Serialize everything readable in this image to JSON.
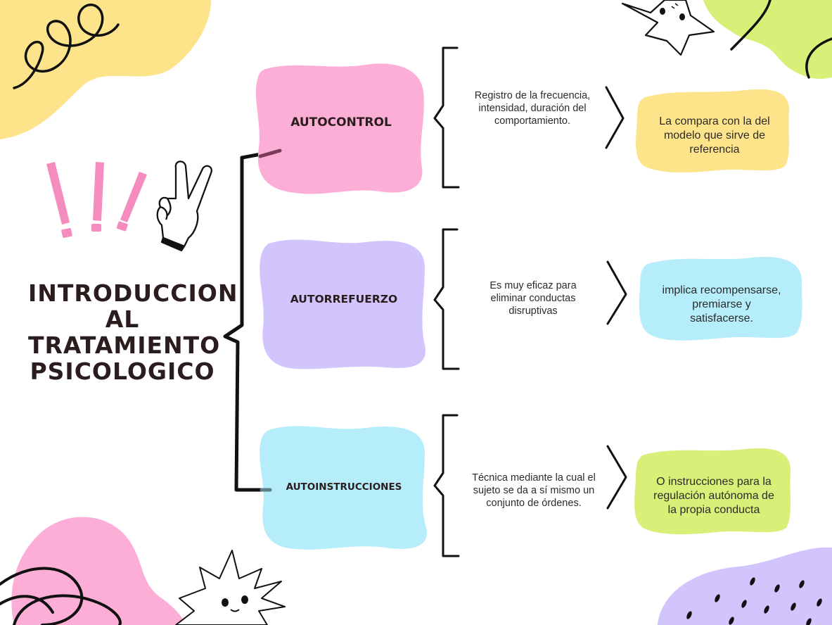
{
  "title": "INTRODUCCION AL TRATAMIENTO PSICOLOGICO",
  "colors": {
    "pink": "#fdaed6",
    "purple": "#d2c5fd",
    "cyan": "#b5edfb",
    "yellow": "#fde38a",
    "green": "#d8ef78",
    "ink": "#111111"
  },
  "icons": [
    "star-face-icon",
    "peace-hand-icon",
    "exclamation-marks-icon",
    "sun-face-icon",
    "scribble-icon",
    "dotted-blob-icon"
  ],
  "branches": [
    {
      "label": "AUTOCONTROL",
      "description": [
        "Registro de la frecuencia,",
        "intensidad, duración del",
        "comportamiento."
      ],
      "result": [
        "La compara con la del",
        "modelo que sirve de",
        "referencia"
      ]
    },
    {
      "label": "AUTORREFUERZO",
      "description": [
        "Es muy eficaz para",
        "eliminar conductas",
        "disruptivas"
      ],
      "result": [
        "implica recompensarse,",
        "premiarse y",
        "satisfacerse."
      ]
    },
    {
      "label": "AUTOINSTRUCCIONES",
      "description": [
        "Técnica mediante la cual el",
        "sujeto se da a sí mismo un",
        "conjunto de órdenes."
      ],
      "result": [
        "O instrucciones para la",
        "regulación autónoma de",
        "la propia conducta"
      ]
    }
  ]
}
